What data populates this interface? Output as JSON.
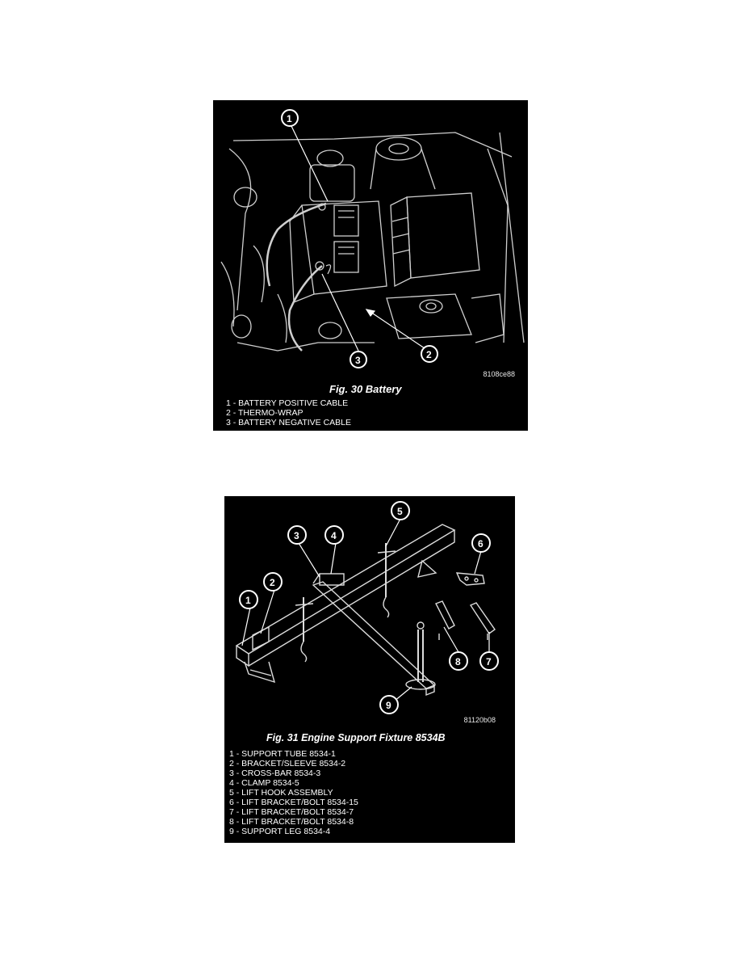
{
  "figures": [
    {
      "drawing_code": "8108ce88",
      "caption": "Fig. 30 Battery",
      "callouts": [
        "1",
        "2",
        "3"
      ],
      "legend": [
        "1 - BATTERY POSITIVE CABLE",
        "2 - THERMO-WRAP",
        "3 - BATTERY NEGATIVE CABLE"
      ]
    },
    {
      "drawing_code": "81120b08",
      "caption": "Fig. 31 Engine Support Fixture 8534B",
      "callouts": [
        "1",
        "2",
        "3",
        "4",
        "5",
        "6",
        "7",
        "8",
        "9"
      ],
      "legend": [
        "1 - SUPPORT TUBE 8534-1",
        "2 - BRACKET/SLEEVE 8534-2",
        "3 - CROSS-BAR 8534-3",
        "4 - CLAMP 8534-5",
        "5 - LIFT HOOK ASSEMBLY",
        "6 - LIFT BRACKET/BOLT 8534-15",
        "7 - LIFT BRACKET/BOLT 8534-7",
        "8 - LIFT BRACKET/BOLT 8534-8",
        "9 - SUPPORT LEG 8534-4"
      ]
    }
  ]
}
